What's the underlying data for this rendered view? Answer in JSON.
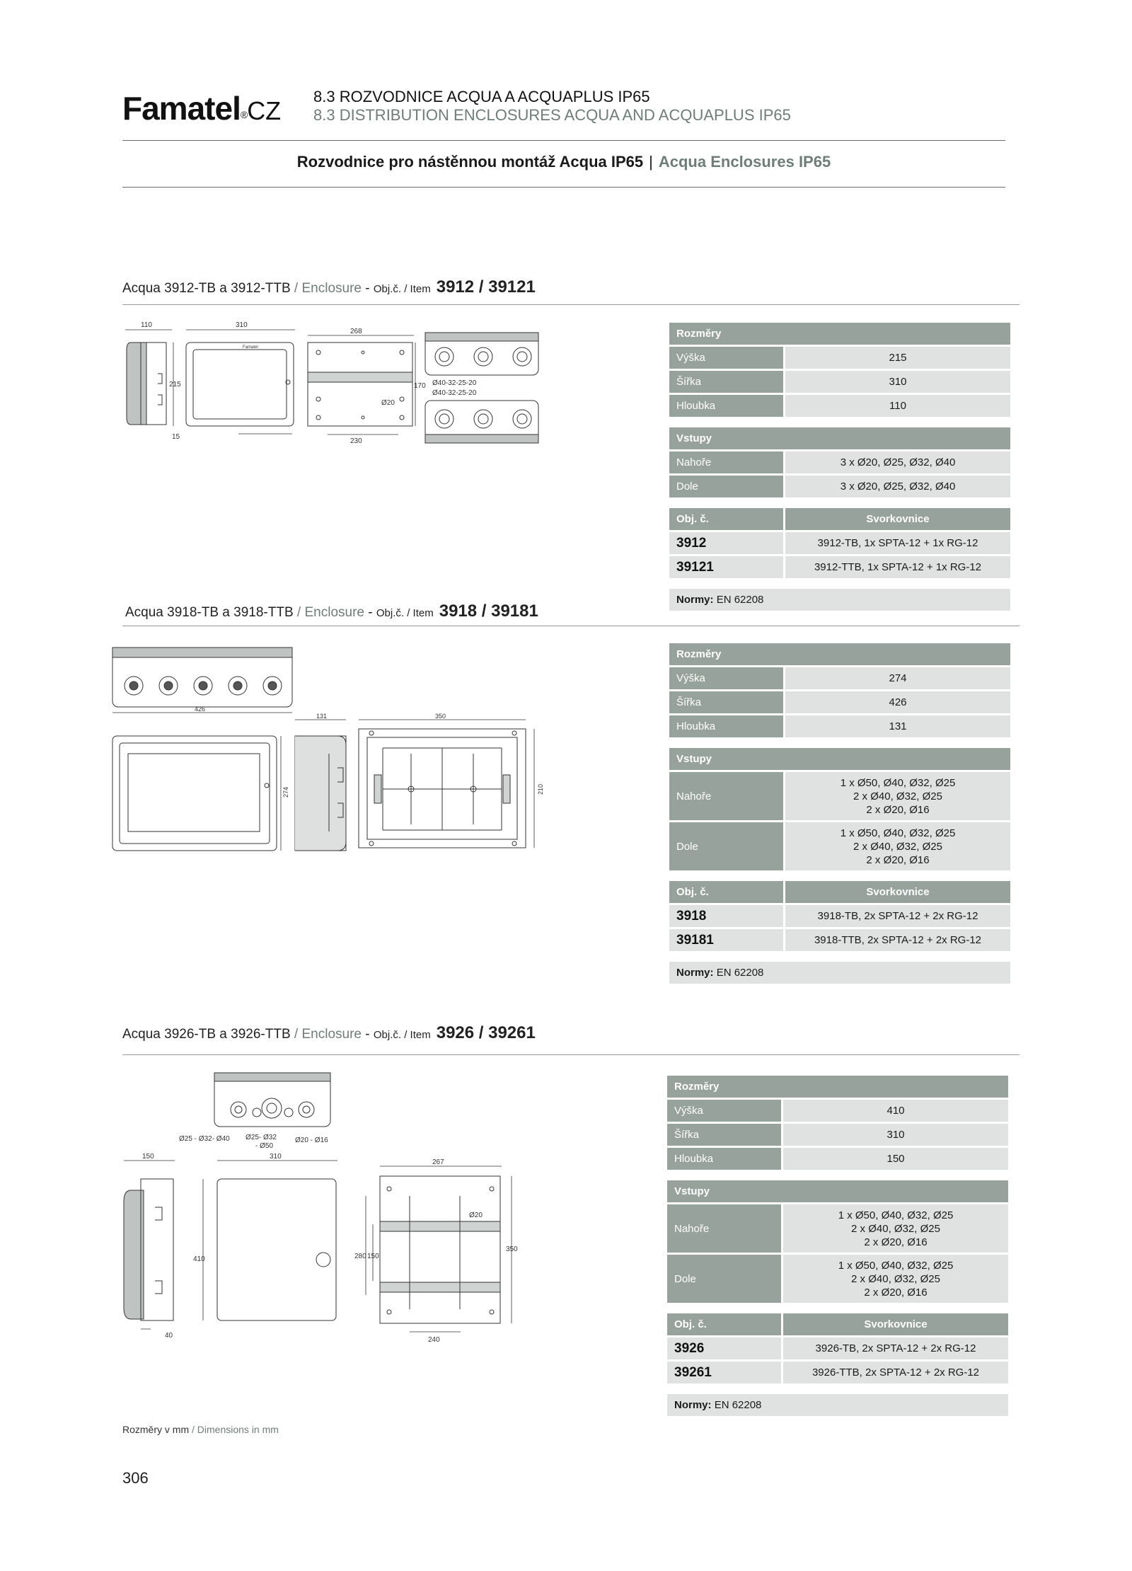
{
  "header": {
    "logo": "Famatel",
    "logo_reg": "®",
    "logo_suffix": "CZ",
    "section_cz": "8.3  ROZVODNICE ACQUA A ACQUAPLUS IP65",
    "section_en": "8.3  DISTRIBUTION ENCLOSURES ACQUA AND ACQUAPLUS IP65",
    "subtitle_cz": "Rozvodnice pro nástěnnou montáž Acqua IP65",
    "subtitle_sep": "|",
    "subtitle_en": "Acqua Enclosures IP65"
  },
  "labels": {
    "rozmery": "Rozměry",
    "vyska": "Výška",
    "sirka": "Šířka",
    "hloubka": "Hloubka",
    "vstupy": "Vstupy",
    "nahore": "Nahoře",
    "dole": "Dole",
    "obj": "Obj. č.",
    "svorkovnice": "Svorkovnice",
    "normy": "Normy:",
    "title_sep_en": " / Enclosure",
    "title_dash": " - ",
    "title_obj": "Obj.č. / Item"
  },
  "products": [
    {
      "title_cz": "Acqua 3912-TB a 3912-TTB",
      "codes": "3912 / 39121",
      "vyska": "215",
      "sirka": "310",
      "hloubka": "110",
      "nahore": "3 x Ø20, Ø25, Ø32, Ø40",
      "dole": "3 x Ø20, Ø25, Ø32, Ø40",
      "items": [
        {
          "code": "3912",
          "desc": "3912-TB, 1x SPTA-12 + 1x RG-12"
        },
        {
          "code": "39121",
          "desc": "3912-TTB, 1x SPTA-12 + 1x RG-12"
        }
      ],
      "normy": "EN 62208",
      "drawing": {
        "d110": "110",
        "d310": "310",
        "d268": "268",
        "d215": "215",
        "d15": "15",
        "d230": "230",
        "d170": "170",
        "d20": "Ø20",
        "e1": "Ø40-32-25-20",
        "e2": "Ø40-32-25-20",
        "brand": "Famatel"
      }
    },
    {
      "title_cz": "Acqua 3918-TB a 3918-TTB",
      "codes": "3918 / 39181",
      "vyska": "274",
      "sirka": "426",
      "hloubka": "131",
      "nahore": "1 x Ø50, Ø40, Ø32, Ø25\n2 x Ø40, Ø32, Ø25\n2 x Ø20, Ø16",
      "dole": "1 x Ø50, Ø40, Ø32, Ø25\n2 x Ø40, Ø32, Ø25\n2 x Ø20, Ø16",
      "items": [
        {
          "code": "3918",
          "desc": "3918-TB, 2x SPTA-12 + 2x RG-12"
        },
        {
          "code": "39181",
          "desc": "3918-TTB, 2x SPTA-12 + 2x RG-12"
        }
      ],
      "normy": "EN 62208",
      "drawing": {
        "d426": "426",
        "d131": "131",
        "d350": "350",
        "d274": "274",
        "d210": "210"
      }
    },
    {
      "title_cz": "Acqua 3926-TB a 3926-TTB",
      "codes": "3926 / 39261",
      "vyska": "410",
      "sirka": "310",
      "hloubka": "150",
      "nahore": "1 x Ø50, Ø40, Ø32, Ø25\n2 x Ø40, Ø32, Ø25\n2 x Ø20, Ø16",
      "dole": "1 x Ø50, Ø40, Ø32, Ø25\n2 x Ø40, Ø32, Ø25\n2 x Ø20, Ø16",
      "items": [
        {
          "code": "3926",
          "desc": "3926-TB, 2x SPTA-12 + 2x RG-12"
        },
        {
          "code": "39261",
          "desc": "3926-TTB, 2x SPTA-12 + 2x RG-12"
        }
      ],
      "normy": "EN 62208",
      "drawing": {
        "e1": "Ø25 - Ø32- Ø40",
        "e2a": "Ø25- Ø32",
        "e2b": "- Ø50",
        "e3": "Ø20 - Ø16",
        "d150": "150",
        "d310": "310",
        "d267": "267",
        "d410": "410",
        "d280": "280",
        "d150b": "150",
        "d350": "350",
        "d20": "Ø20",
        "d40": "40",
        "d240": "240"
      }
    }
  ],
  "footer": {
    "note_cz": "Rozměry v mm",
    "note_sep": " / ",
    "note_en": "Dimensions in mm",
    "page": "306"
  }
}
